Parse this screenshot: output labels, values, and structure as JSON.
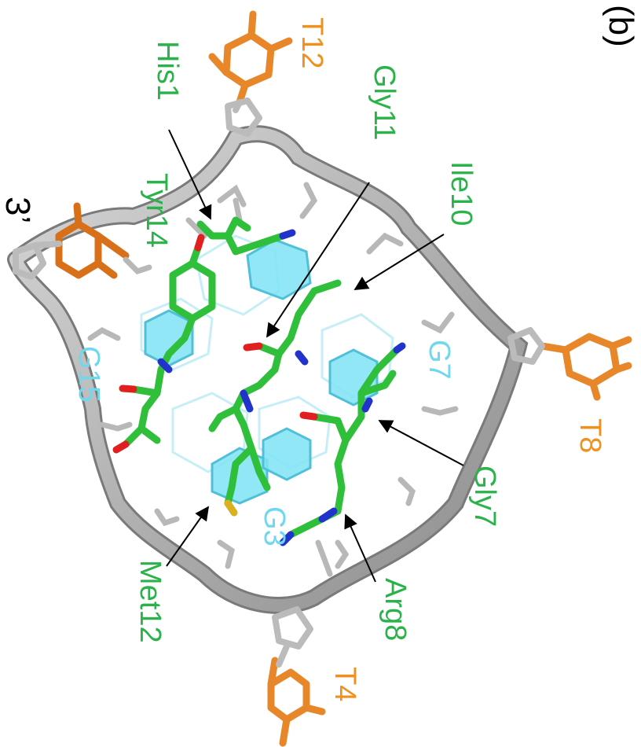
{
  "panel_label": "(b)",
  "end_label": "3’",
  "colors": {
    "peptide": "#2bb24a",
    "guanine": "#6fd8ef",
    "thymine": "#f0901e",
    "backbone": "#9a9a9a",
    "end": "#000000"
  },
  "thymines": [
    "T12",
    "T8",
    "T4"
  ],
  "guanines": [
    "G15",
    "G7",
    "G3"
  ],
  "residues": [
    "His1",
    "Gly11",
    "Ile10",
    "Tyr14",
    "Gly7",
    "Met12",
    "Arg8"
  ]
}
